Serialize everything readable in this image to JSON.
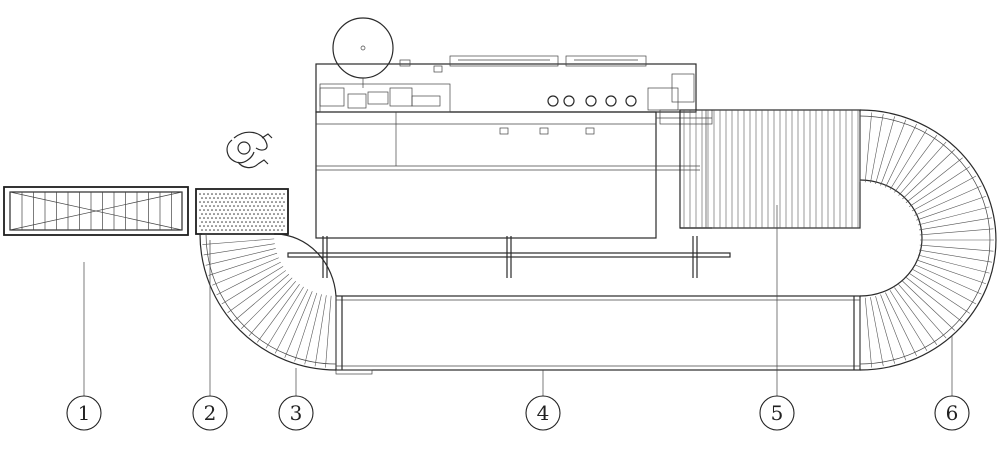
{
  "callouts": [
    {
      "id": "1",
      "label": "1"
    },
    {
      "id": "2",
      "label": "2"
    },
    {
      "id": "3",
      "label": "3"
    },
    {
      "id": "4",
      "label": "4"
    },
    {
      "id": "5",
      "label": "5"
    },
    {
      "id": "6",
      "label": "6"
    }
  ],
  "colors": {
    "line": "#2a2a2a",
    "background": "#ffffff"
  }
}
